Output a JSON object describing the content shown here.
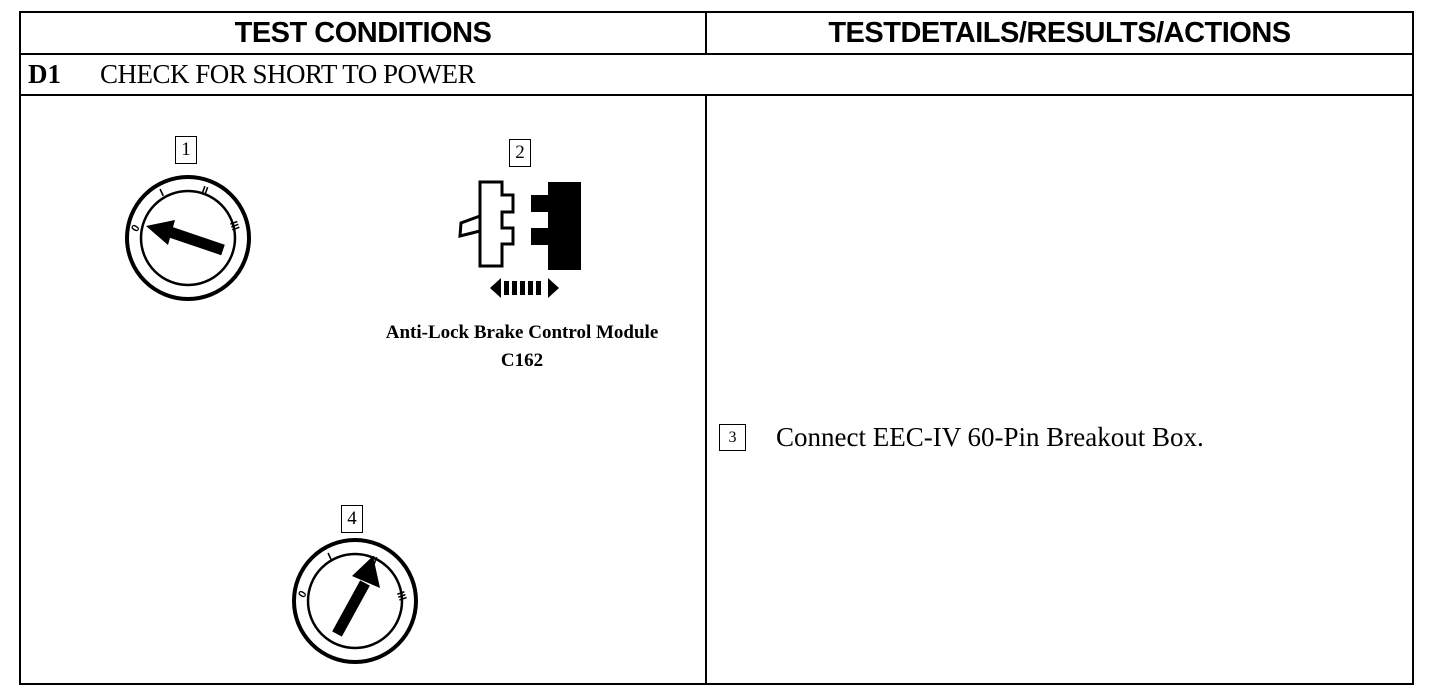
{
  "table": {
    "header_left": "TEST CONDITIONS",
    "header_right": "TESTDETAILS/RESULTS/ACTIONS"
  },
  "step": {
    "id": "D1",
    "title": "CHECK FOR SHORT TO POWER"
  },
  "figures": {
    "ignition_off": {
      "callout": "1",
      "labels": [
        "0",
        "I",
        "II",
        "III"
      ]
    },
    "connector": {
      "callout": "2",
      "caption_line1": "Anti-Lock Brake Control Module",
      "caption_line2": "C162"
    },
    "ignition_run": {
      "callout": "4",
      "labels": [
        "0",
        "I",
        "II",
        "III"
      ]
    }
  },
  "actions": [
    {
      "callout": "3",
      "text": "Connect EEC-IV 60-Pin Breakout Box."
    }
  ]
}
